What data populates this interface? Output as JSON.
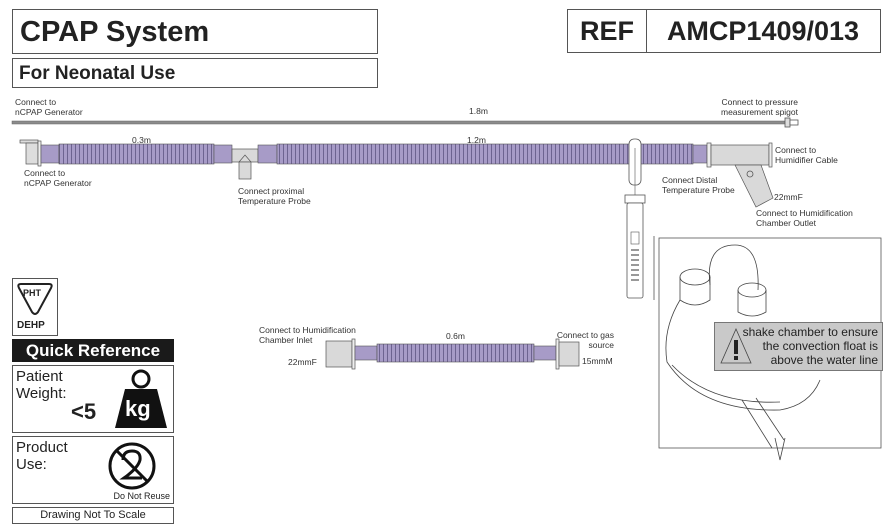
{
  "header": {
    "title": "CPAP System",
    "subtitle": "For Neonatal Use",
    "ref_label": "REF",
    "ref_value": "AMCP1409/013"
  },
  "pressure_line": {
    "left_label": [
      "Connect to",
      "nCPAP Generator"
    ],
    "length": "1.8m",
    "right_label": [
      "Connect to pressure",
      "measurement spigot"
    ]
  },
  "main_circuit": {
    "left_label": [
      "Connect to",
      "nCPAP Generator"
    ],
    "segment1_length": "0.3m",
    "proximal_probe_label": [
      "Connect proximal",
      "Temperature Probe"
    ],
    "segment2_length": "1.2m",
    "distal_probe_label": [
      "Connect Distal",
      "Temperature Probe"
    ],
    "humidifier_cable_label": [
      "Connect to",
      "Humidifier Cable"
    ],
    "outlet_size": "22mmF",
    "outlet_label": [
      "Connect to Humidification",
      "Chamber Outlet"
    ]
  },
  "inlet_tube": {
    "left_label": [
      "Connect to Humidification",
      "Chamber Inlet"
    ],
    "left_size": "22mmF",
    "length": "0.6m",
    "right_label": [
      "Connect to gas",
      "source"
    ],
    "right_size": "15mmM"
  },
  "quick_reference": {
    "phthalate_symbol_top": "PHT",
    "phthalate_symbol_bottom": "DEHP",
    "heading": "Quick Reference",
    "patient_weight_label": [
      "Patient",
      "Weight:"
    ],
    "patient_weight_value": "<5",
    "weight_unit": "kg",
    "product_use_label": [
      "Product",
      "Use:"
    ],
    "single_use_caption": "Do Not Reuse",
    "footer_note": "Drawing Not To Scale"
  },
  "chamber_note": {
    "lines": [
      "shake chamber to ensure",
      "the convection float is",
      "above the water line"
    ]
  },
  "colors": {
    "tube": "#a79bc7",
    "tube_dark": "#6d6390",
    "connector": "#d9d9d9",
    "outline": "#555555"
  }
}
